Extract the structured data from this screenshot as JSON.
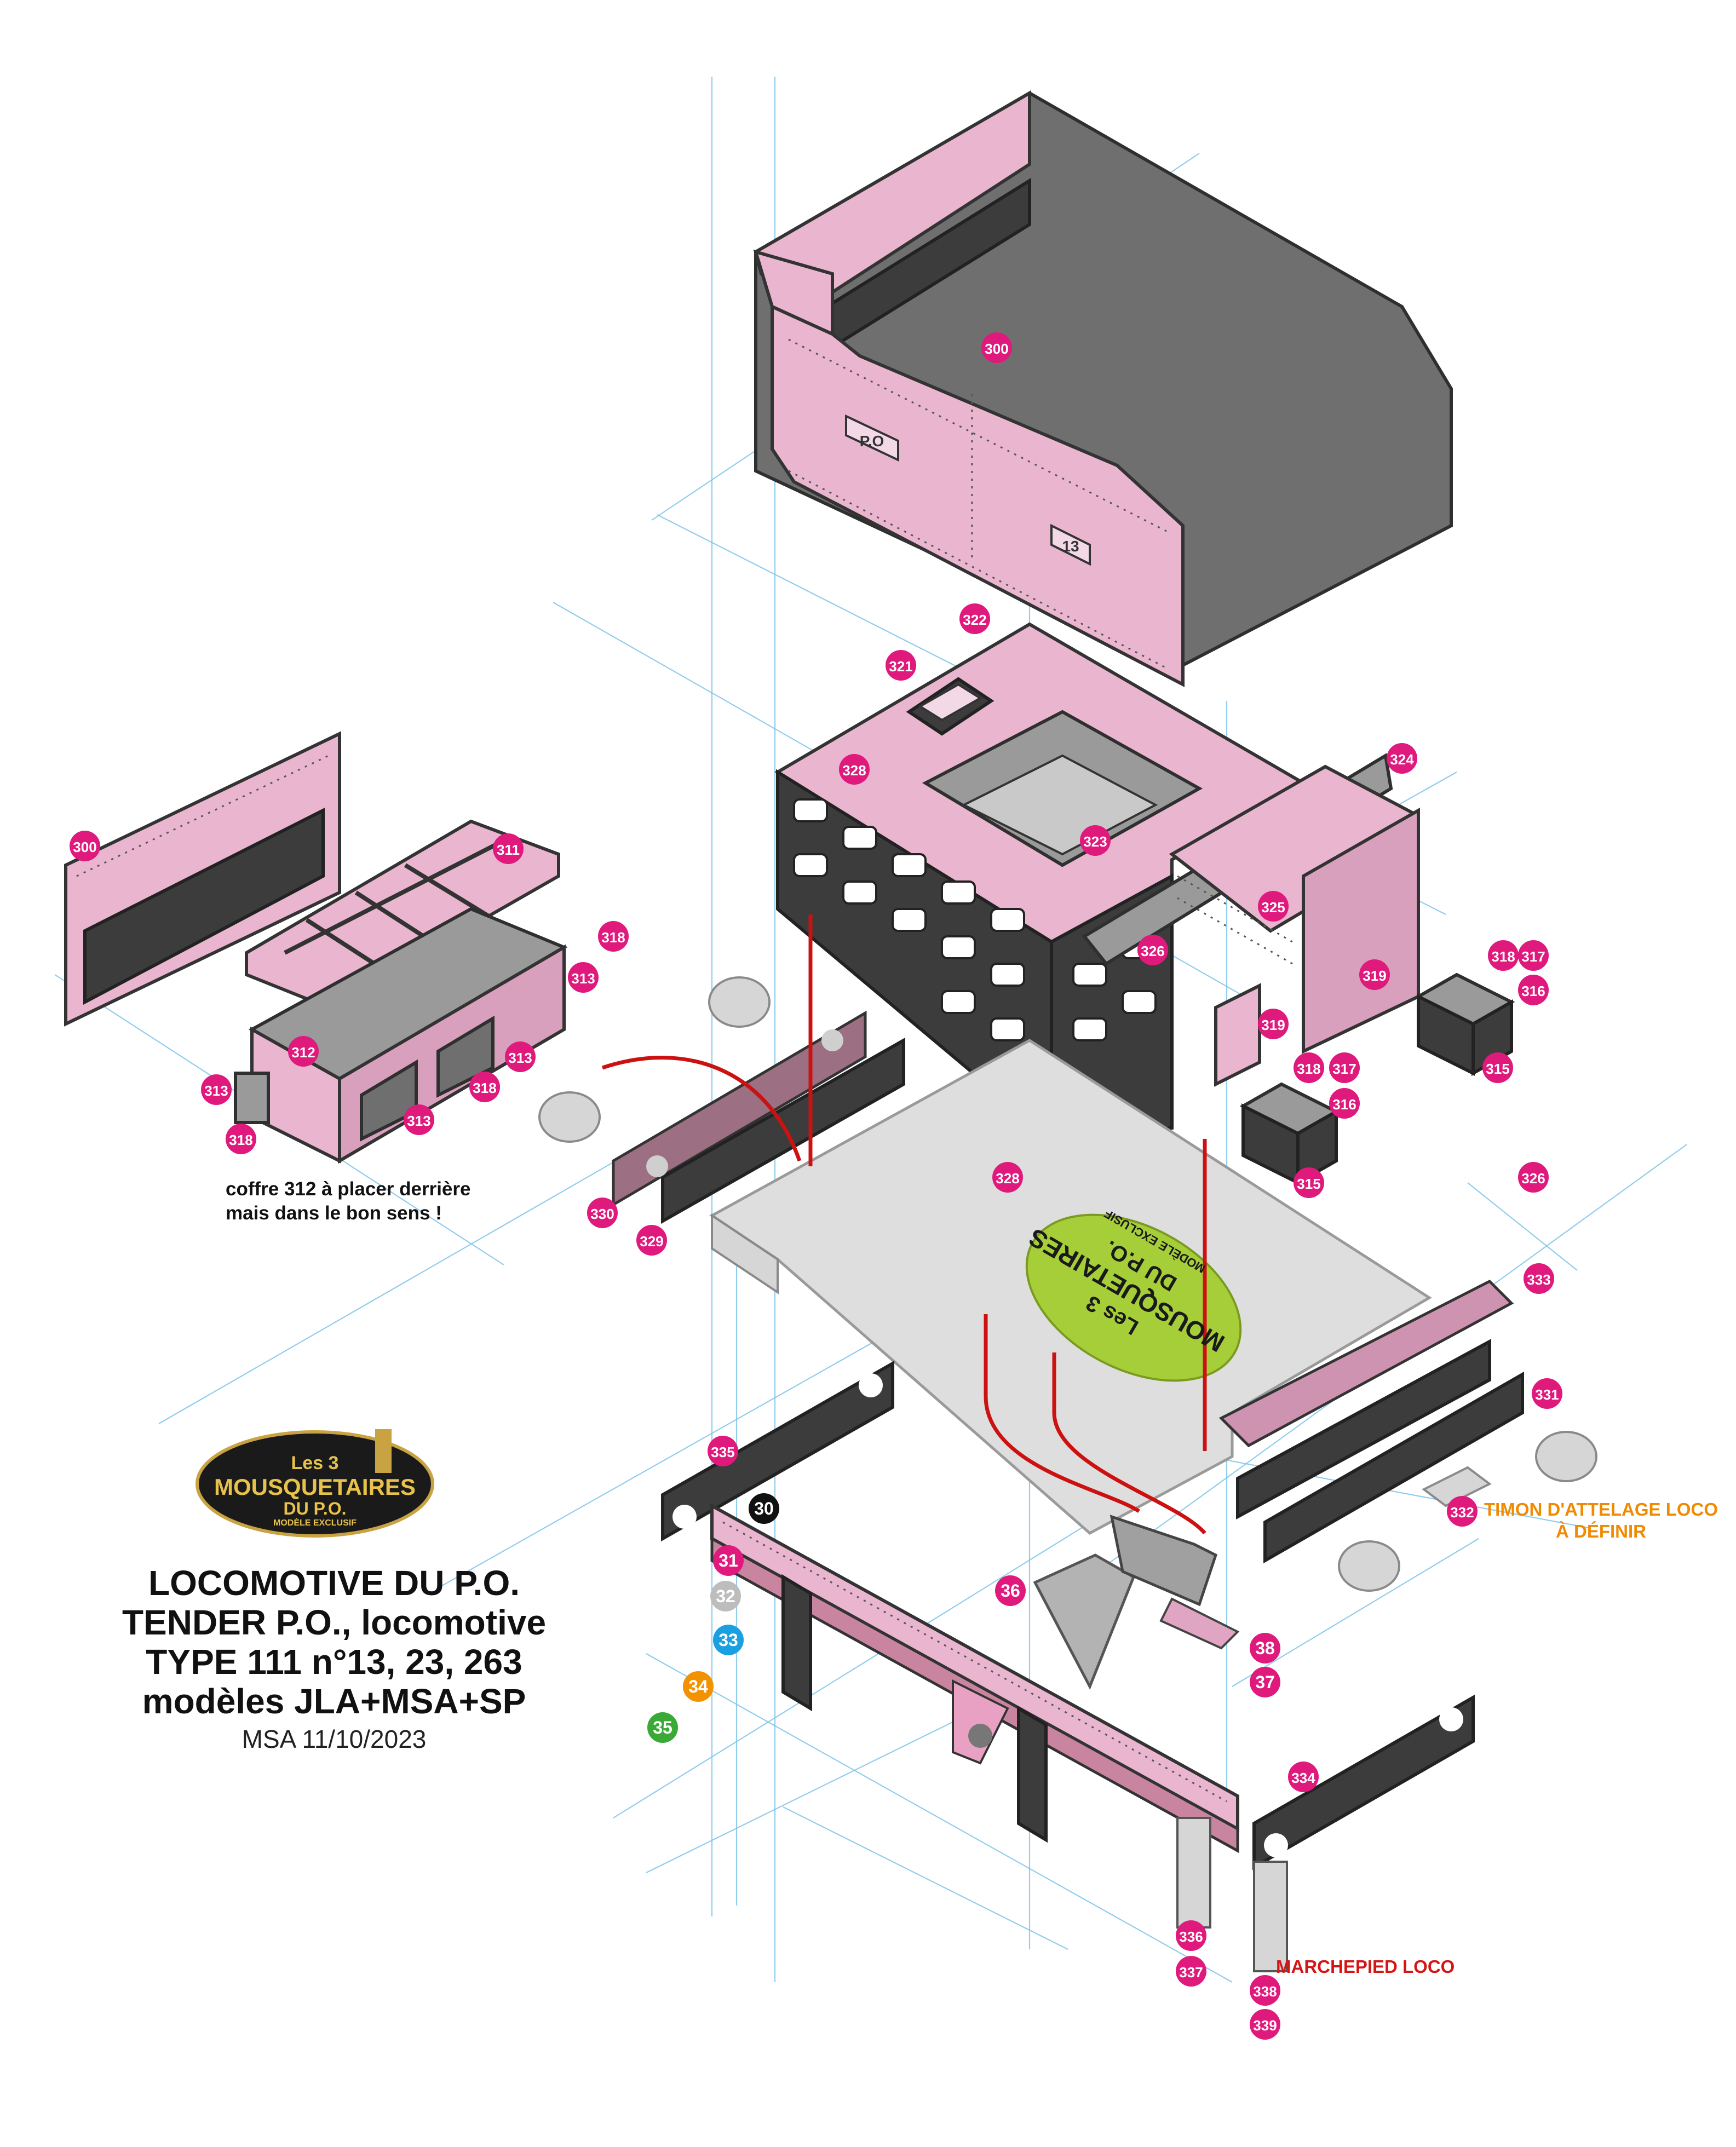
{
  "title_lines": [
    "LOCOMOTIVE DU P.O.",
    "TENDER P.O., locomotive",
    "TYPE 111 n°13, 23, 263",
    "modèles JLA+MSA+SP"
  ],
  "subtitle": "MSA 11/10/2023",
  "logo": {
    "line1": "Les 3",
    "line2": "MOUSQUETAIRES",
    "line3": "DU P.O.",
    "line4": "MODÈLE EXCLUSIF"
  },
  "plate_logo": {
    "line1": "Les 3",
    "line2": "MOUSQUETAIRES",
    "line3": "DU P.O.",
    "line4": "MODÈLE EXCLUSIF"
  },
  "side_text": {
    "po": "P.O",
    "number": "13"
  },
  "notes": {
    "coffre": [
      "coffre 312 à placer derrière",
      "mais dans le bon sens !"
    ],
    "timon": [
      "TIMON D'ATTELAGE LOCO",
      "À DÉFINIR"
    ],
    "marchepied": "MARCHEPIED LOCO"
  },
  "colors": {
    "magenta": "#e0197d",
    "grey": "#bdbdbd",
    "blue": "#1aa0e0",
    "orange": "#f39200",
    "green": "#3aa935",
    "black": "#111111",
    "arrow": "#cc1111",
    "guide": "#7fc4ea"
  },
  "part_labels": [
    {
      "n": "300",
      "c": "magenta"
    },
    {
      "n": "300",
      "c": "magenta"
    },
    {
      "n": "311",
      "c": "magenta"
    },
    {
      "n": "312",
      "c": "magenta"
    },
    {
      "n": "313",
      "c": "magenta"
    },
    {
      "n": "313",
      "c": "magenta"
    },
    {
      "n": "313",
      "c": "magenta"
    },
    {
      "n": "313",
      "c": "magenta"
    },
    {
      "n": "318",
      "c": "magenta"
    },
    {
      "n": "318",
      "c": "magenta"
    },
    {
      "n": "318",
      "c": "magenta"
    },
    {
      "n": "322",
      "c": "magenta"
    },
    {
      "n": "321",
      "c": "magenta"
    },
    {
      "n": "328",
      "c": "magenta"
    },
    {
      "n": "323",
      "c": "magenta"
    },
    {
      "n": "324",
      "c": "magenta"
    },
    {
      "n": "325",
      "c": "magenta"
    },
    {
      "n": "326",
      "c": "magenta"
    },
    {
      "n": "319",
      "c": "magenta"
    },
    {
      "n": "319",
      "c": "magenta"
    },
    {
      "n": "318",
      "c": "magenta"
    },
    {
      "n": "317",
      "c": "magenta"
    },
    {
      "n": "316",
      "c": "magenta"
    },
    {
      "n": "315",
      "c": "magenta"
    },
    {
      "n": "318",
      "c": "magenta"
    },
    {
      "n": "317",
      "c": "magenta"
    },
    {
      "n": "316",
      "c": "magenta"
    },
    {
      "n": "315",
      "c": "magenta"
    },
    {
      "n": "326",
      "c": "magenta"
    },
    {
      "n": "328",
      "c": "magenta"
    },
    {
      "n": "330",
      "c": "magenta"
    },
    {
      "n": "329",
      "c": "magenta"
    },
    {
      "n": "333",
      "c": "magenta"
    },
    {
      "n": "331",
      "c": "magenta"
    },
    {
      "n": "332",
      "c": "magenta"
    },
    {
      "n": "335",
      "c": "magenta"
    },
    {
      "n": "30",
      "c": "black"
    },
    {
      "n": "31",
      "c": "magenta"
    },
    {
      "n": "32",
      "c": "grey"
    },
    {
      "n": "33",
      "c": "blue"
    },
    {
      "n": "34",
      "c": "orange"
    },
    {
      "n": "35",
      "c": "green"
    },
    {
      "n": "36",
      "c": "magenta"
    },
    {
      "n": "38",
      "c": "magenta"
    },
    {
      "n": "37",
      "c": "magenta"
    },
    {
      "n": "334",
      "c": "magenta"
    },
    {
      "n": "336",
      "c": "magenta"
    },
    {
      "n": "337",
      "c": "magenta"
    },
    {
      "n": "338",
      "c": "magenta"
    },
    {
      "n": "339",
      "c": "magenta"
    }
  ]
}
